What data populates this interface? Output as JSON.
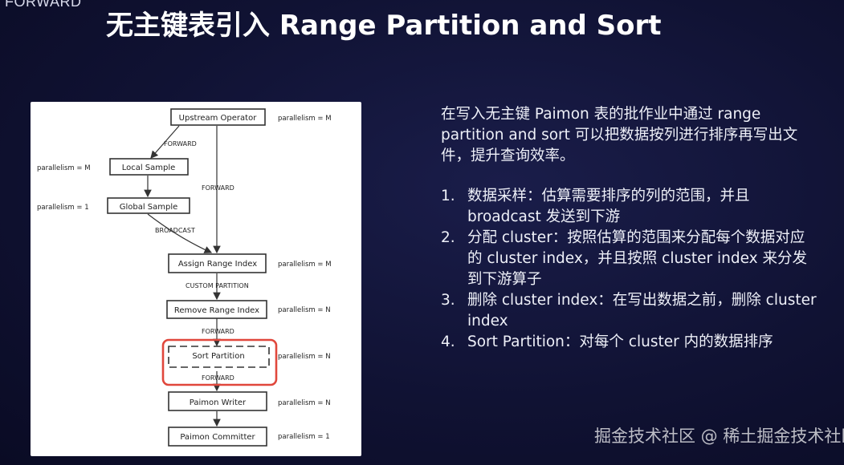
{
  "header": {
    "corner_label": "FORWARD",
    "title": "无主键表引入 Range Partition and Sort"
  },
  "diagram": {
    "nodes": [
      {
        "label": "Upstream Operator",
        "parallelism": "parallelism = M"
      },
      {
        "label": "Local Sample",
        "parallelism": "parallelism = M"
      },
      {
        "label": "Global Sample",
        "parallelism": "parallelism = 1"
      },
      {
        "label": "Assign Range Index",
        "parallelism": "parallelism = M"
      },
      {
        "label": "Remove Range Index",
        "parallelism": "parallelism = N"
      },
      {
        "label": "Sort Partition",
        "parallelism": "parallelism = N"
      },
      {
        "label": "Paimon Writer",
        "parallelism": "parallelism = N"
      },
      {
        "label": "Paimon Committer",
        "parallelism": "parallelism = 1"
      }
    ],
    "edges": [
      {
        "label": "FORWARD"
      },
      {
        "label": "FORWARD"
      },
      {
        "label": "BROADCAST"
      },
      {
        "label": "CUSTOM PARTITION"
      },
      {
        "label": "FORWARD"
      },
      {
        "label": "FORWARD"
      }
    ],
    "highlight_color": "#e0473c"
  },
  "description": {
    "intro": "在写入无主键 Paimon 表的批作业中通过 range partition and sort 可以把数据按列进行排序再写出文件，提升查询效率。",
    "steps": [
      {
        "number": "1.",
        "text": "数据采样：估算需要排序的列的范围，并且 broadcast 发送到下游"
      },
      {
        "number": "2.",
        "text": "分配 cluster：按照估算的范围来分配每个数据对应的 cluster index，并且按照 cluster index 来分发到下游算子"
      },
      {
        "number": "3.",
        "text": "删除 cluster index：在写出数据之前，删除 cluster index"
      },
      {
        "number": "4.",
        "text": "Sort Partition：对每个 cluster 内的数据排序"
      }
    ]
  },
  "watermark": "掘金技术社区 @ 稀土掘金技术社区"
}
